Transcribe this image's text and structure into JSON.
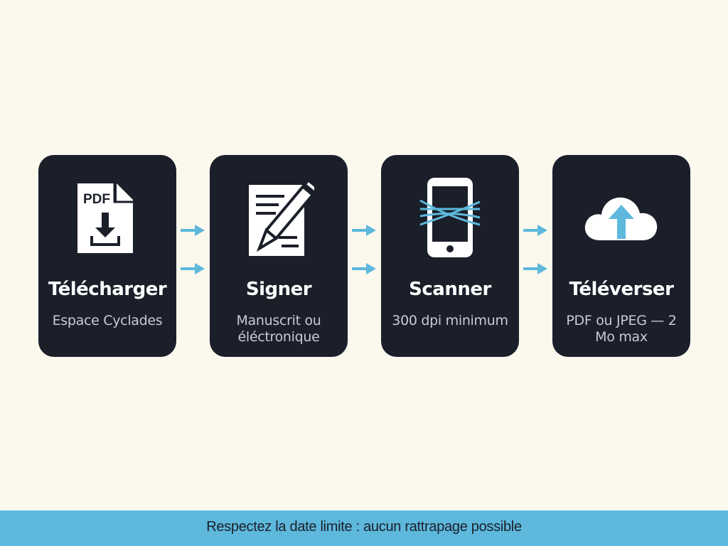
{
  "steps": [
    {
      "title": "Télécharger",
      "desc": "Espace Cyclades",
      "icon": "pdf-download-icon",
      "icon_label": "PDF"
    },
    {
      "title": "Signer",
      "desc": "Manuscrit ou éléctronique",
      "icon": "pen-document-icon"
    },
    {
      "title": "Scanner",
      "desc": "300 dpi minimum",
      "icon": "smartphone-scan-icon"
    },
    {
      "title": "Téléverser",
      "desc": "PDF ou JPEG — 2 Mo max",
      "icon": "cloud-upload-icon"
    }
  ],
  "banner": {
    "text": "Respectez la date limite : aucun rattrapage possible"
  },
  "colors": {
    "background": "#fbf8ee",
    "card": "#1b1f2a",
    "accent": "#5db8dc",
    "arrow": "#5db8dc"
  }
}
